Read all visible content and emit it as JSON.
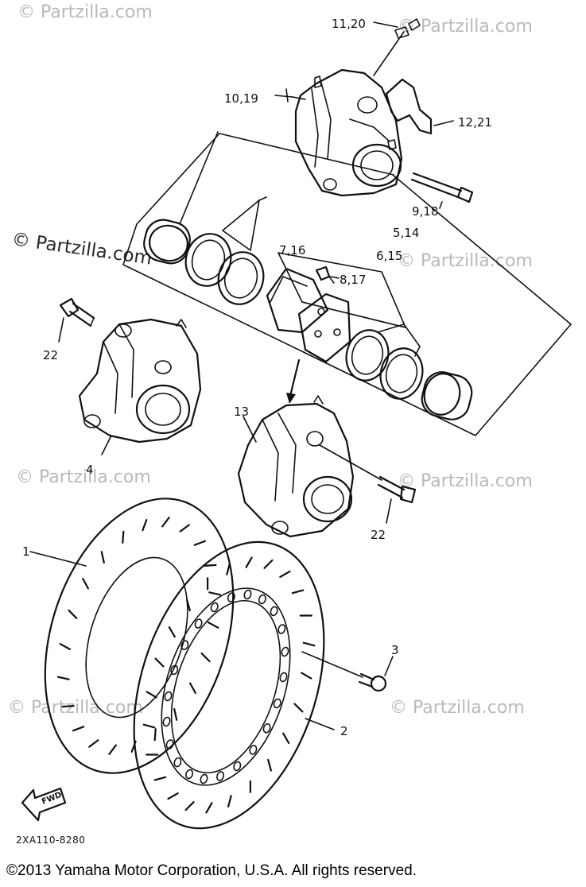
{
  "watermarks": {
    "brand": "© Partzilla.com",
    "brand_prominent": "© Partzilla.com"
  },
  "callouts": [
    {
      "id": "c-11-20",
      "text": "11,20"
    },
    {
      "id": "c-10-19",
      "text": "10,19"
    },
    {
      "id": "c-12-21",
      "text": "12,21"
    },
    {
      "id": "c-9-18",
      "text": "9,18"
    },
    {
      "id": "c-5-14",
      "text": "5,14"
    },
    {
      "id": "c-6-15",
      "text": "6,15"
    },
    {
      "id": "c-7-16",
      "text": "7,16"
    },
    {
      "id": "c-8-17",
      "text": "8,17"
    },
    {
      "id": "c-22a",
      "text": "22"
    },
    {
      "id": "c-22b",
      "text": "22"
    },
    {
      "id": "c-13",
      "text": "13"
    },
    {
      "id": "c-4",
      "text": "4"
    },
    {
      "id": "c-1",
      "text": "1"
    },
    {
      "id": "c-2",
      "text": "2"
    },
    {
      "id": "c-3",
      "text": "3"
    }
  ],
  "fwd_label": "FWD",
  "diagram_code": "2XA110-8280",
  "copyright": "©2013 Yamaha Motor Corporation, U.S.A. All rights reserved."
}
